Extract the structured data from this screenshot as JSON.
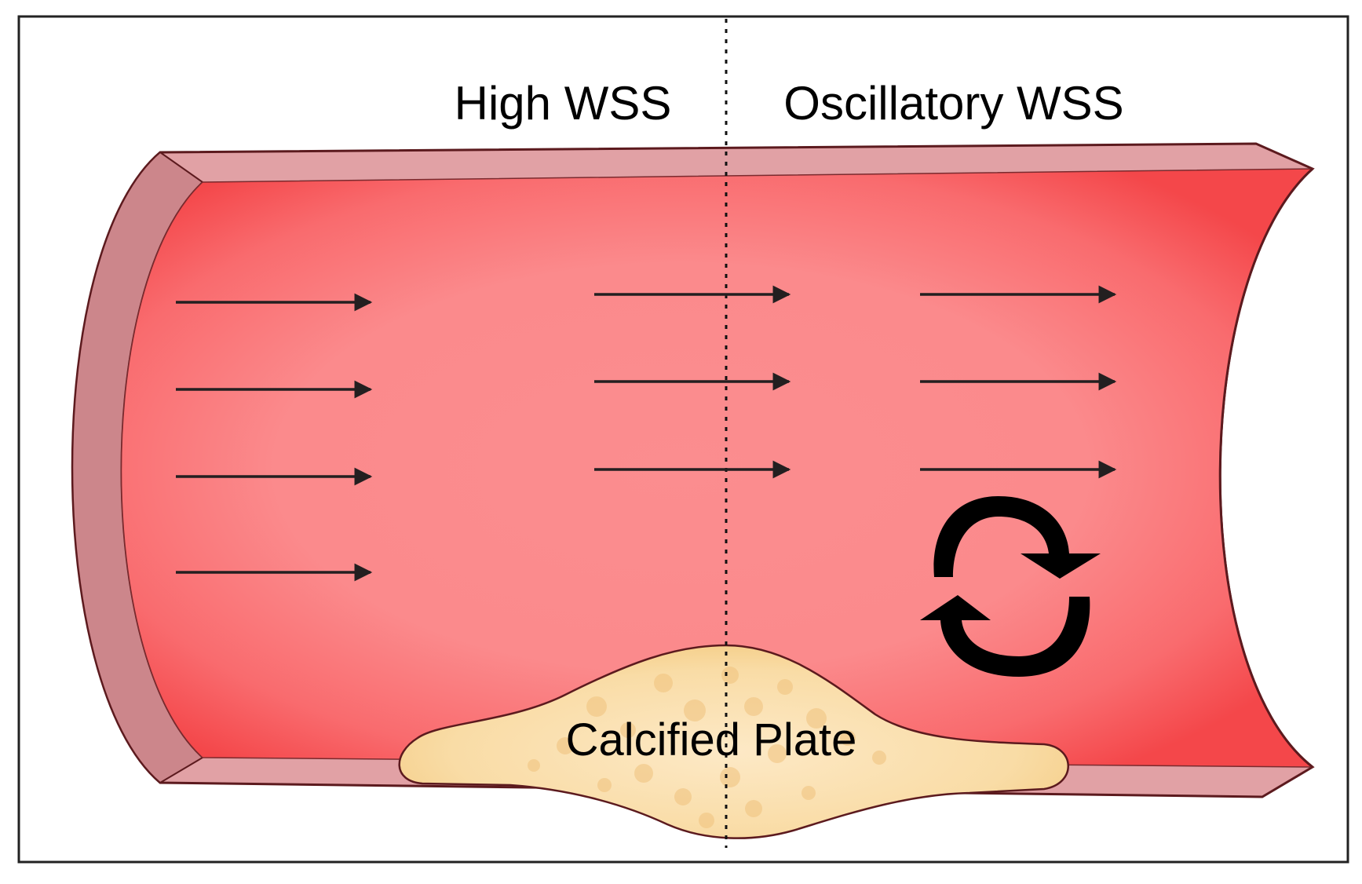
{
  "labels": {
    "left_region": "High WSS",
    "right_region": "Oscillatory WSS",
    "plaque": "Calcified Plate"
  },
  "flow_arrows": {
    "left_group_count": 4,
    "middle_group_count": 3,
    "right_group_count": 3,
    "direction": "rightward"
  },
  "icons": {
    "oscillation": "circular-refresh-arrows-icon"
  },
  "colors": {
    "vessel_lumen": "#fb8a8c",
    "vessel_lumen_edge": "#f74a4c",
    "vessel_wall": "#e1a1a5",
    "vessel_wall_shadow": "#cc868b",
    "vessel_outline": "#5c1a1e",
    "plaque_fill": "#f8d79a",
    "plaque_speckle": "#f0c27d",
    "arrow": "#231f20",
    "frame": "#222222"
  }
}
